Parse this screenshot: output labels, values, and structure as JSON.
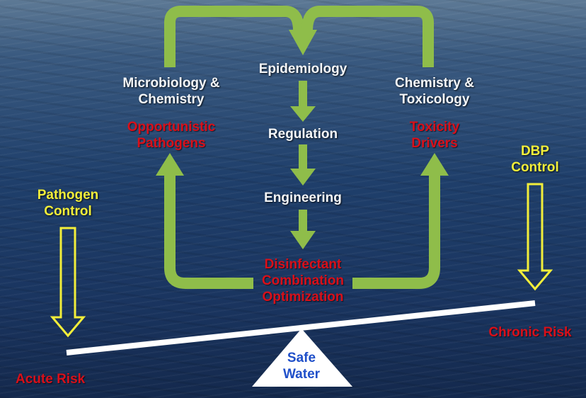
{
  "center": {
    "epidemiology": "Epidemiology",
    "regulation": "Regulation",
    "engineering": "Engineering",
    "optimization_line1": "Disinfectant",
    "optimization_line2": "Combination",
    "optimization_line3": "Optimization"
  },
  "left_branch": {
    "field_line1": "Microbiology &",
    "field_line2": "Chemistry",
    "focus_line1": "Opportunistic",
    "focus_line2": "Pathogens"
  },
  "right_branch": {
    "field_line1": "Chemistry &",
    "field_line2": "Toxicology",
    "focus_line1": "Toxicity",
    "focus_line2": "Drivers"
  },
  "left_side": {
    "control_line1": "Pathogen",
    "control_line2": "Control",
    "risk": "Acute Risk"
  },
  "right_side": {
    "control_line1": "DBP",
    "control_line2": "Control",
    "risk": "Chronic Risk"
  },
  "fulcrum": {
    "line1": "Safe",
    "line2": "Water"
  },
  "colors": {
    "arrow_green": "#8fbd4a",
    "focus_red": "#d8101a",
    "control_yellow": "#f2ee3a",
    "fulcrum_blue": "#1f4fc9"
  },
  "icons": [
    "cycle-arrows",
    "down-arrow",
    "outline-down-arrow",
    "balance-beam",
    "fulcrum-triangle"
  ]
}
